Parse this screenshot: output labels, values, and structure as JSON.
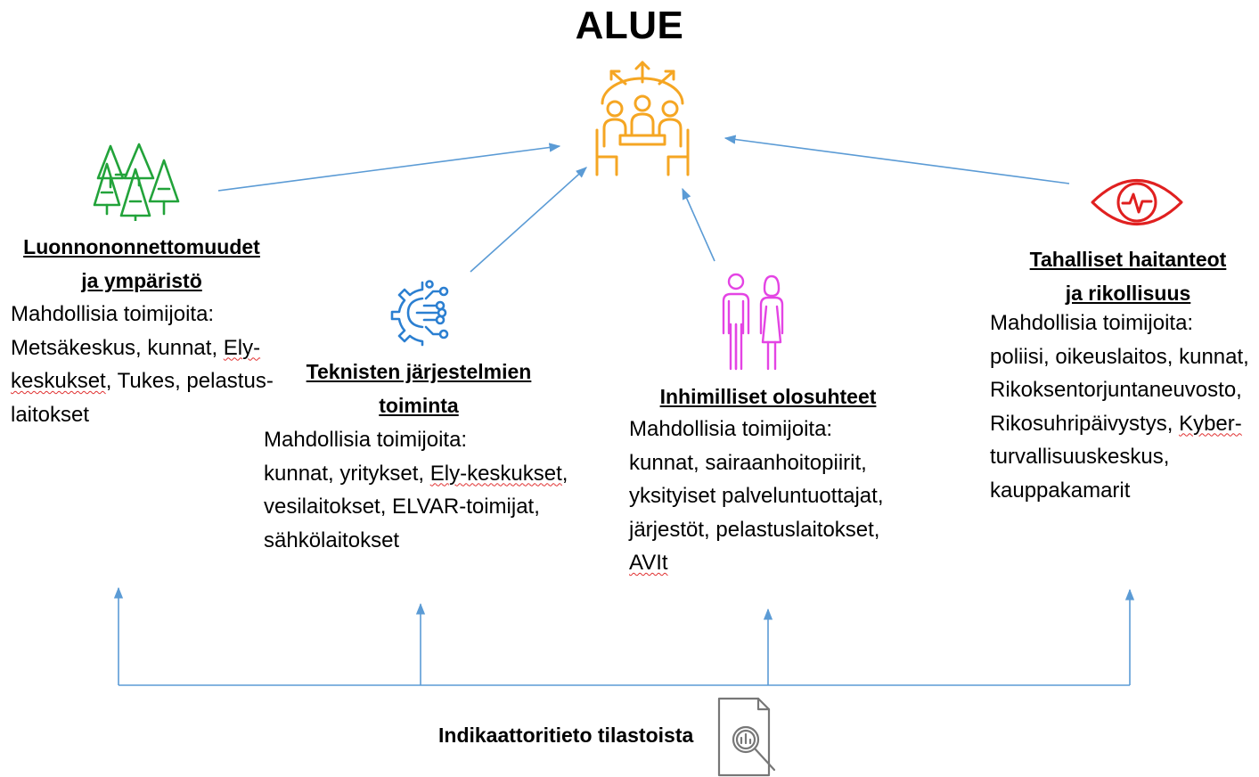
{
  "title": "ALUE",
  "nodes": {
    "nature": {
      "heading_line1": "Luonnononnettomuudet",
      "heading_line2": "ja ympäristö",
      "actors_label": "Mahdollisia toimijoita:",
      "actors_line1_a": "Metsäkeskus, kunnat, ",
      "actors_line1_b": "Ely-",
      "actors_line2_a": "keskukset",
      "actors_line2_b": ", Tukes, pelastus-",
      "actors_line3": "laitokset",
      "icon": "forest-icon",
      "color": "#22a33a"
    },
    "technical": {
      "heading_line1": "Teknisten järjestelmien",
      "heading_line2": "toiminta",
      "actors_label": "Mahdollisia toimijoita:",
      "actors_line1_a": "kunnat, yritykset, ",
      "actors_line1_b": "Ely-keskukset",
      "actors_line1_c": ",",
      "actors_line2": "vesilaitokset, ELVAR-toimijat,",
      "actors_line3": "sähkölaitokset",
      "icon": "gear-circuit-icon",
      "color": "#2b7fd1"
    },
    "human": {
      "heading": "Inhimilliset olosuhteet",
      "actors_label": "Mahdollisia toimijoita:",
      "actors_line1": "kunnat, sairaanhoitopiirit,",
      "actors_line2": "yksityiset palveluntuottajat,",
      "actors_line3": "järjestöt, pelastuslaitokset,",
      "actors_line4": "AVIt",
      "icon": "people-icon",
      "color": "#e444e4"
    },
    "intentional": {
      "heading_line1": "Tahalliset haitanteot",
      "heading_line2": "ja rikollisuus",
      "actors_label": "Mahdollisia toimijoita:",
      "actors_line1": "poliisi, oikeuslaitos, kunnat,",
      "actors_line2": "Rikoksentorjuntaneuvosto,",
      "actors_line3_a": "Rikosuhripäivystys, ",
      "actors_line3_b": "Kyber-",
      "actors_line4": "turvallisuuskeskus,",
      "actors_line5": "kauppakamarit",
      "icon": "eye-pulse-icon",
      "color": "#e02020"
    }
  },
  "center_icon": "meeting-icon",
  "center_color": "#f5a623",
  "footer": {
    "label": "Indikaattoritieto tilastoista",
    "icon": "document-search-icon"
  },
  "arrow_color": "#5b9bd5"
}
